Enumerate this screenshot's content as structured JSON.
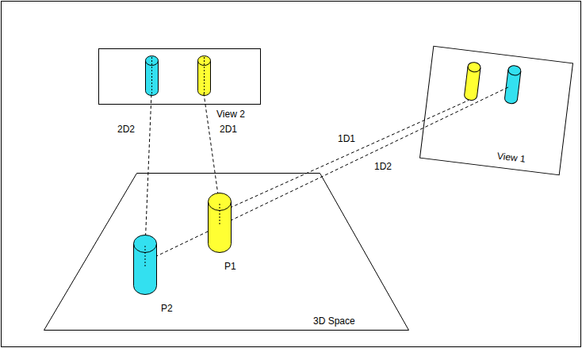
{
  "diagram": {
    "nodes": [
      {
        "text": [
          "View 2"
        ]
      },
      {
        "text": [
          "View 1"
        ]
      },
      {
        "text": [
          "3D Space"
        ]
      },
      {
        "text": [
          "P1"
        ],
        "in": 2
      },
      {
        "text": [
          "P2"
        ],
        "in": 2
      }
    ],
    "edges": [
      {
        "from": 3,
        "to": 0,
        "label": "2D1",
        "arrow": "none"
      },
      {
        "from": 4,
        "to": 0,
        "label": "2D2",
        "arrow": "none"
      },
      {
        "from": 3,
        "to": 1,
        "label": "1D1",
        "arrow": "none"
      },
      {
        "from": 4,
        "to": 1,
        "label": "1D2",
        "arrow": "none"
      }
    ]
  }
}
